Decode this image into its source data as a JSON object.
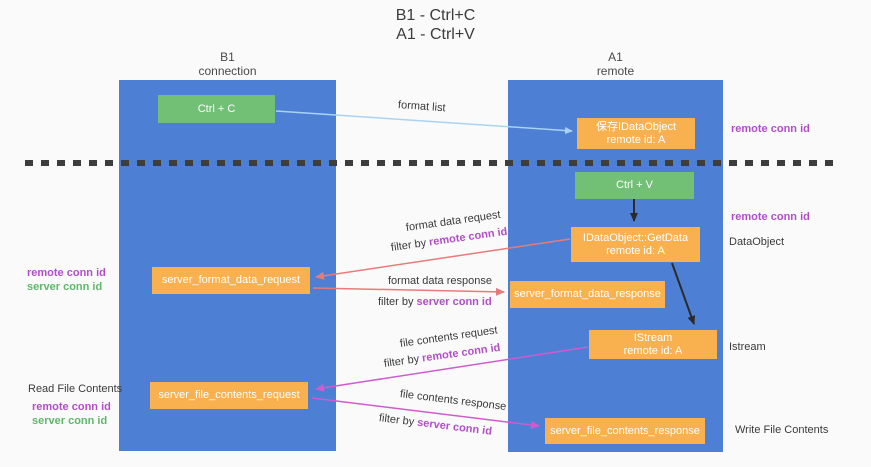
{
  "title": {
    "line1": "B1 - Ctrl+C",
    "line2": "A1 - Ctrl+V"
  },
  "columns": {
    "left": {
      "name": "B1",
      "sub": "connection"
    },
    "right": {
      "name": "A1",
      "sub": "remote"
    }
  },
  "nodes": {
    "ctrl_c": "Ctrl + C",
    "save_idataobject": {
      "line1": "保存IDataObject",
      "line2": "remote id: A"
    },
    "ctrl_v": "Ctrl + V",
    "getdata": {
      "line1": "IDataObject::GetData",
      "line2": "remote id: A"
    },
    "format_request": "server_format_data_request",
    "format_response": "server_format_data_response",
    "istream": {
      "line1": "IStream",
      "line2": "remote id: A"
    },
    "file_request": "server_file_contents_request",
    "file_response": "server_file_contents_response"
  },
  "labels": {
    "remote_conn_id": "remote conn id",
    "server_conn_id": "server conn id",
    "dataobject": "DataObject",
    "istream": "Istream",
    "read_file_contents": "Read File Contents",
    "write_file_contents": "Write File Contents",
    "filter_by": "filter by "
  },
  "arrow_labels": {
    "format_list": "format list",
    "format_data_request": "format data request",
    "format_data_response": "format data response",
    "file_contents_request": "file contents request",
    "file_contents_response": "file contents response"
  },
  "colors": {
    "lane_blue": "#4d80d4",
    "node_green": "#72c076",
    "node_orange": "#f9b04e",
    "arrow_light_blue": "#a9d3f2",
    "arrow_black": "#2b2b2b",
    "arrow_red": "#e87a7a",
    "arrow_magenta": "#cf5bcf",
    "text_purple": "#b14fc8",
    "text_green": "#5eb86a",
    "dash_line": "#3d3d3d",
    "background": "#fafafa"
  }
}
